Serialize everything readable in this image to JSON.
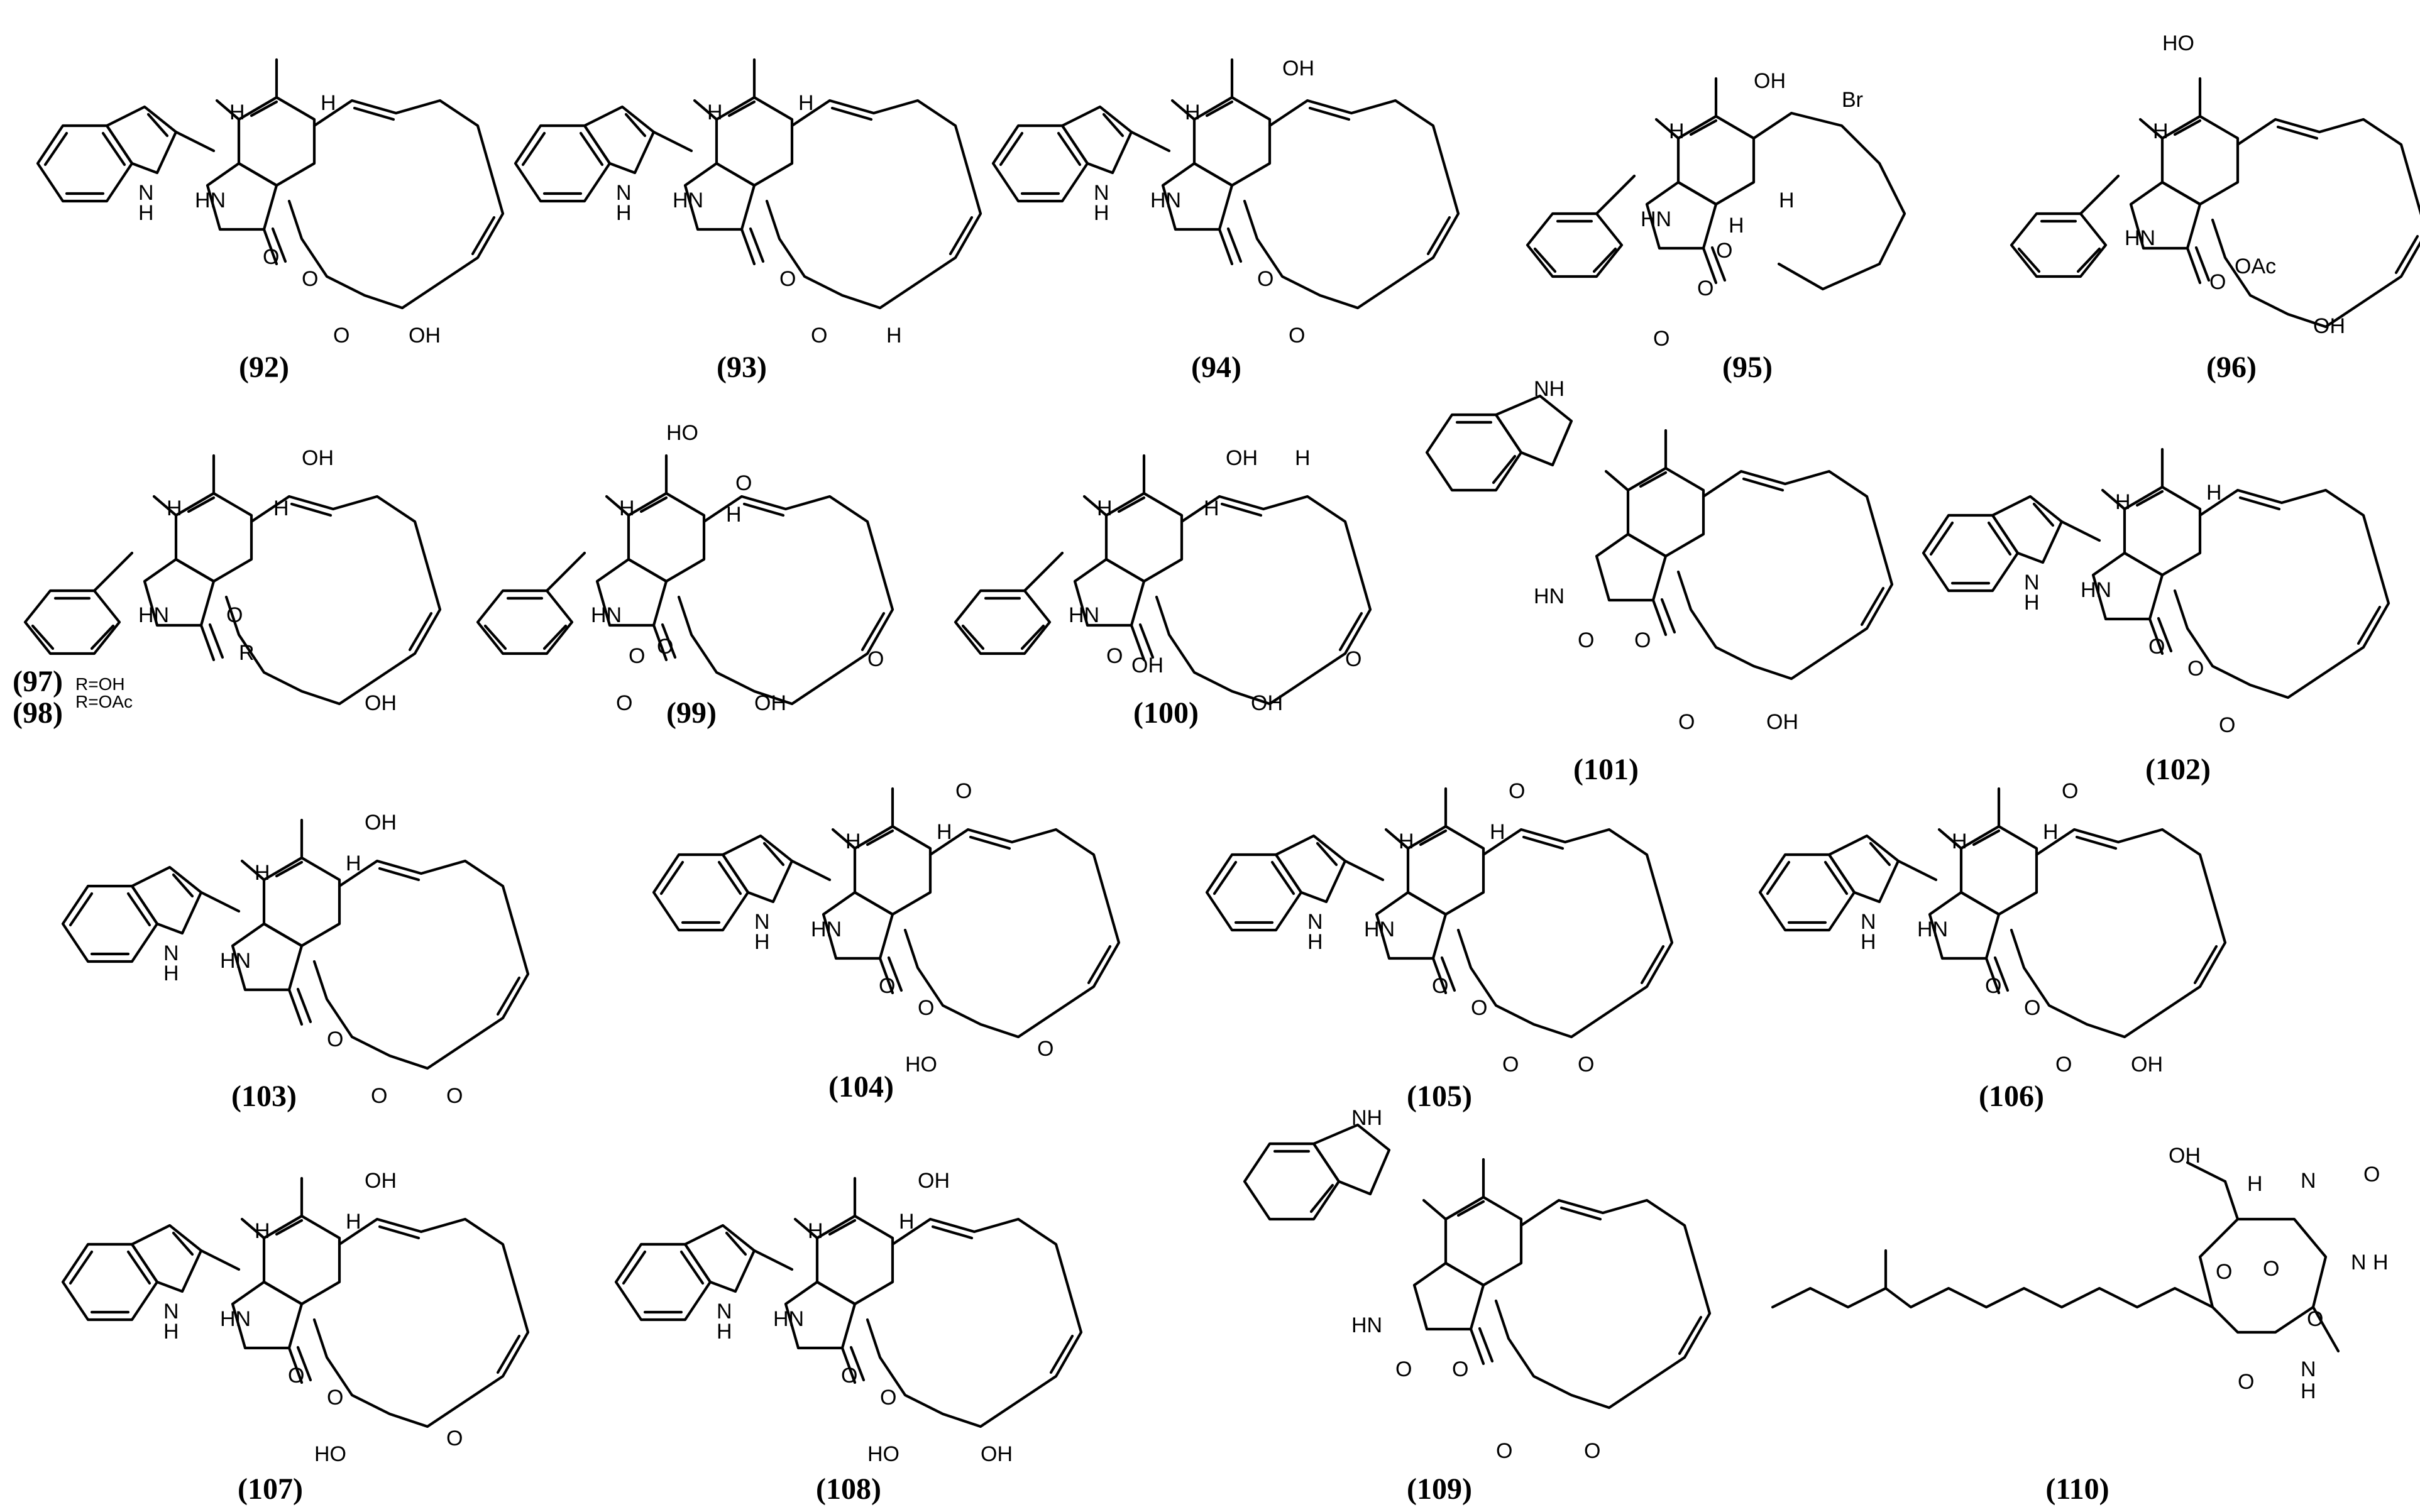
{
  "compounds": [
    {
      "id": "92",
      "label": "(92)",
      "atoms": [
        "H",
        "HN",
        "H",
        "O",
        "O",
        "O",
        "OH"
      ]
    },
    {
      "id": "93",
      "label": "(93)",
      "atoms": [
        "H",
        "HN",
        "H",
        "O",
        "O",
        "H"
      ]
    },
    {
      "id": "94",
      "label": "(94)",
      "atoms": [
        "OH",
        "HN",
        "H",
        "O",
        "O"
      ]
    },
    {
      "id": "95",
      "label": "(95)",
      "atoms": [
        "OH",
        "Br",
        "H",
        "HN",
        "H",
        "H",
        "O",
        "O",
        "O"
      ]
    },
    {
      "id": "96",
      "label": "(96)",
      "atoms": [
        "HO",
        "H",
        "HN",
        "O",
        "OAc",
        "OH"
      ]
    },
    {
      "id": "97",
      "label": "(97)",
      "substituent": "R=OH",
      "atoms": [
        "OH",
        "H",
        "H",
        "HN",
        "O",
        "R",
        "OH"
      ]
    },
    {
      "id": "98",
      "label": "(98)",
      "substituent": "R=OAc"
    },
    {
      "id": "99",
      "label": "(99)",
      "atoms": [
        "HO",
        "O",
        "H",
        "H",
        "HN",
        "O",
        "O",
        "O",
        "OH",
        "O"
      ]
    },
    {
      "id": "100",
      "label": "(100)",
      "atoms": [
        "OH",
        "H",
        "H",
        "HN",
        "O",
        "OH",
        "H",
        "OH",
        "O"
      ]
    },
    {
      "id": "101",
      "label": "(101)",
      "atoms": [
        "NH",
        "HN",
        "O",
        "O",
        "O",
        "OH"
      ]
    },
    {
      "id": "102",
      "label": "(102)",
      "atoms": [
        "H",
        "HN",
        "H",
        "O",
        "O",
        "O"
      ]
    },
    {
      "id": "103",
      "label": "(103)",
      "atoms": [
        "OH",
        "H",
        "HN",
        "H",
        "O",
        "O",
        "O"
      ]
    },
    {
      "id": "104",
      "label": "(104)",
      "atoms": [
        "O",
        "H",
        "HN",
        "H",
        "O",
        "O",
        "HO",
        "O"
      ]
    },
    {
      "id": "105",
      "label": "(105)",
      "atoms": [
        "O",
        "H",
        "HN",
        "H",
        "O",
        "O",
        "O",
        "O"
      ]
    },
    {
      "id": "106",
      "label": "(106)",
      "atoms": [
        "O",
        "H",
        "HN",
        "H",
        "O",
        "O",
        "O",
        "OH"
      ]
    },
    {
      "id": "107",
      "label": "(107)",
      "atoms": [
        "OH",
        "H",
        "HN",
        "H",
        "O",
        "O",
        "HO",
        "O"
      ]
    },
    {
      "id": "108",
      "label": "(108)",
      "atoms": [
        "OH",
        "H",
        "HN",
        "H",
        "O",
        "O",
        "HO",
        "OH"
      ]
    },
    {
      "id": "109",
      "label": "(109)",
      "atoms": [
        "NH",
        "HN",
        "O",
        "O",
        "O",
        "O"
      ]
    },
    {
      "id": "110",
      "label": "(110)",
      "atoms": [
        "OH",
        "H",
        "N",
        "O",
        "O",
        "O",
        "N",
        "H",
        "O",
        "O",
        "N",
        "H"
      ]
    }
  ]
}
